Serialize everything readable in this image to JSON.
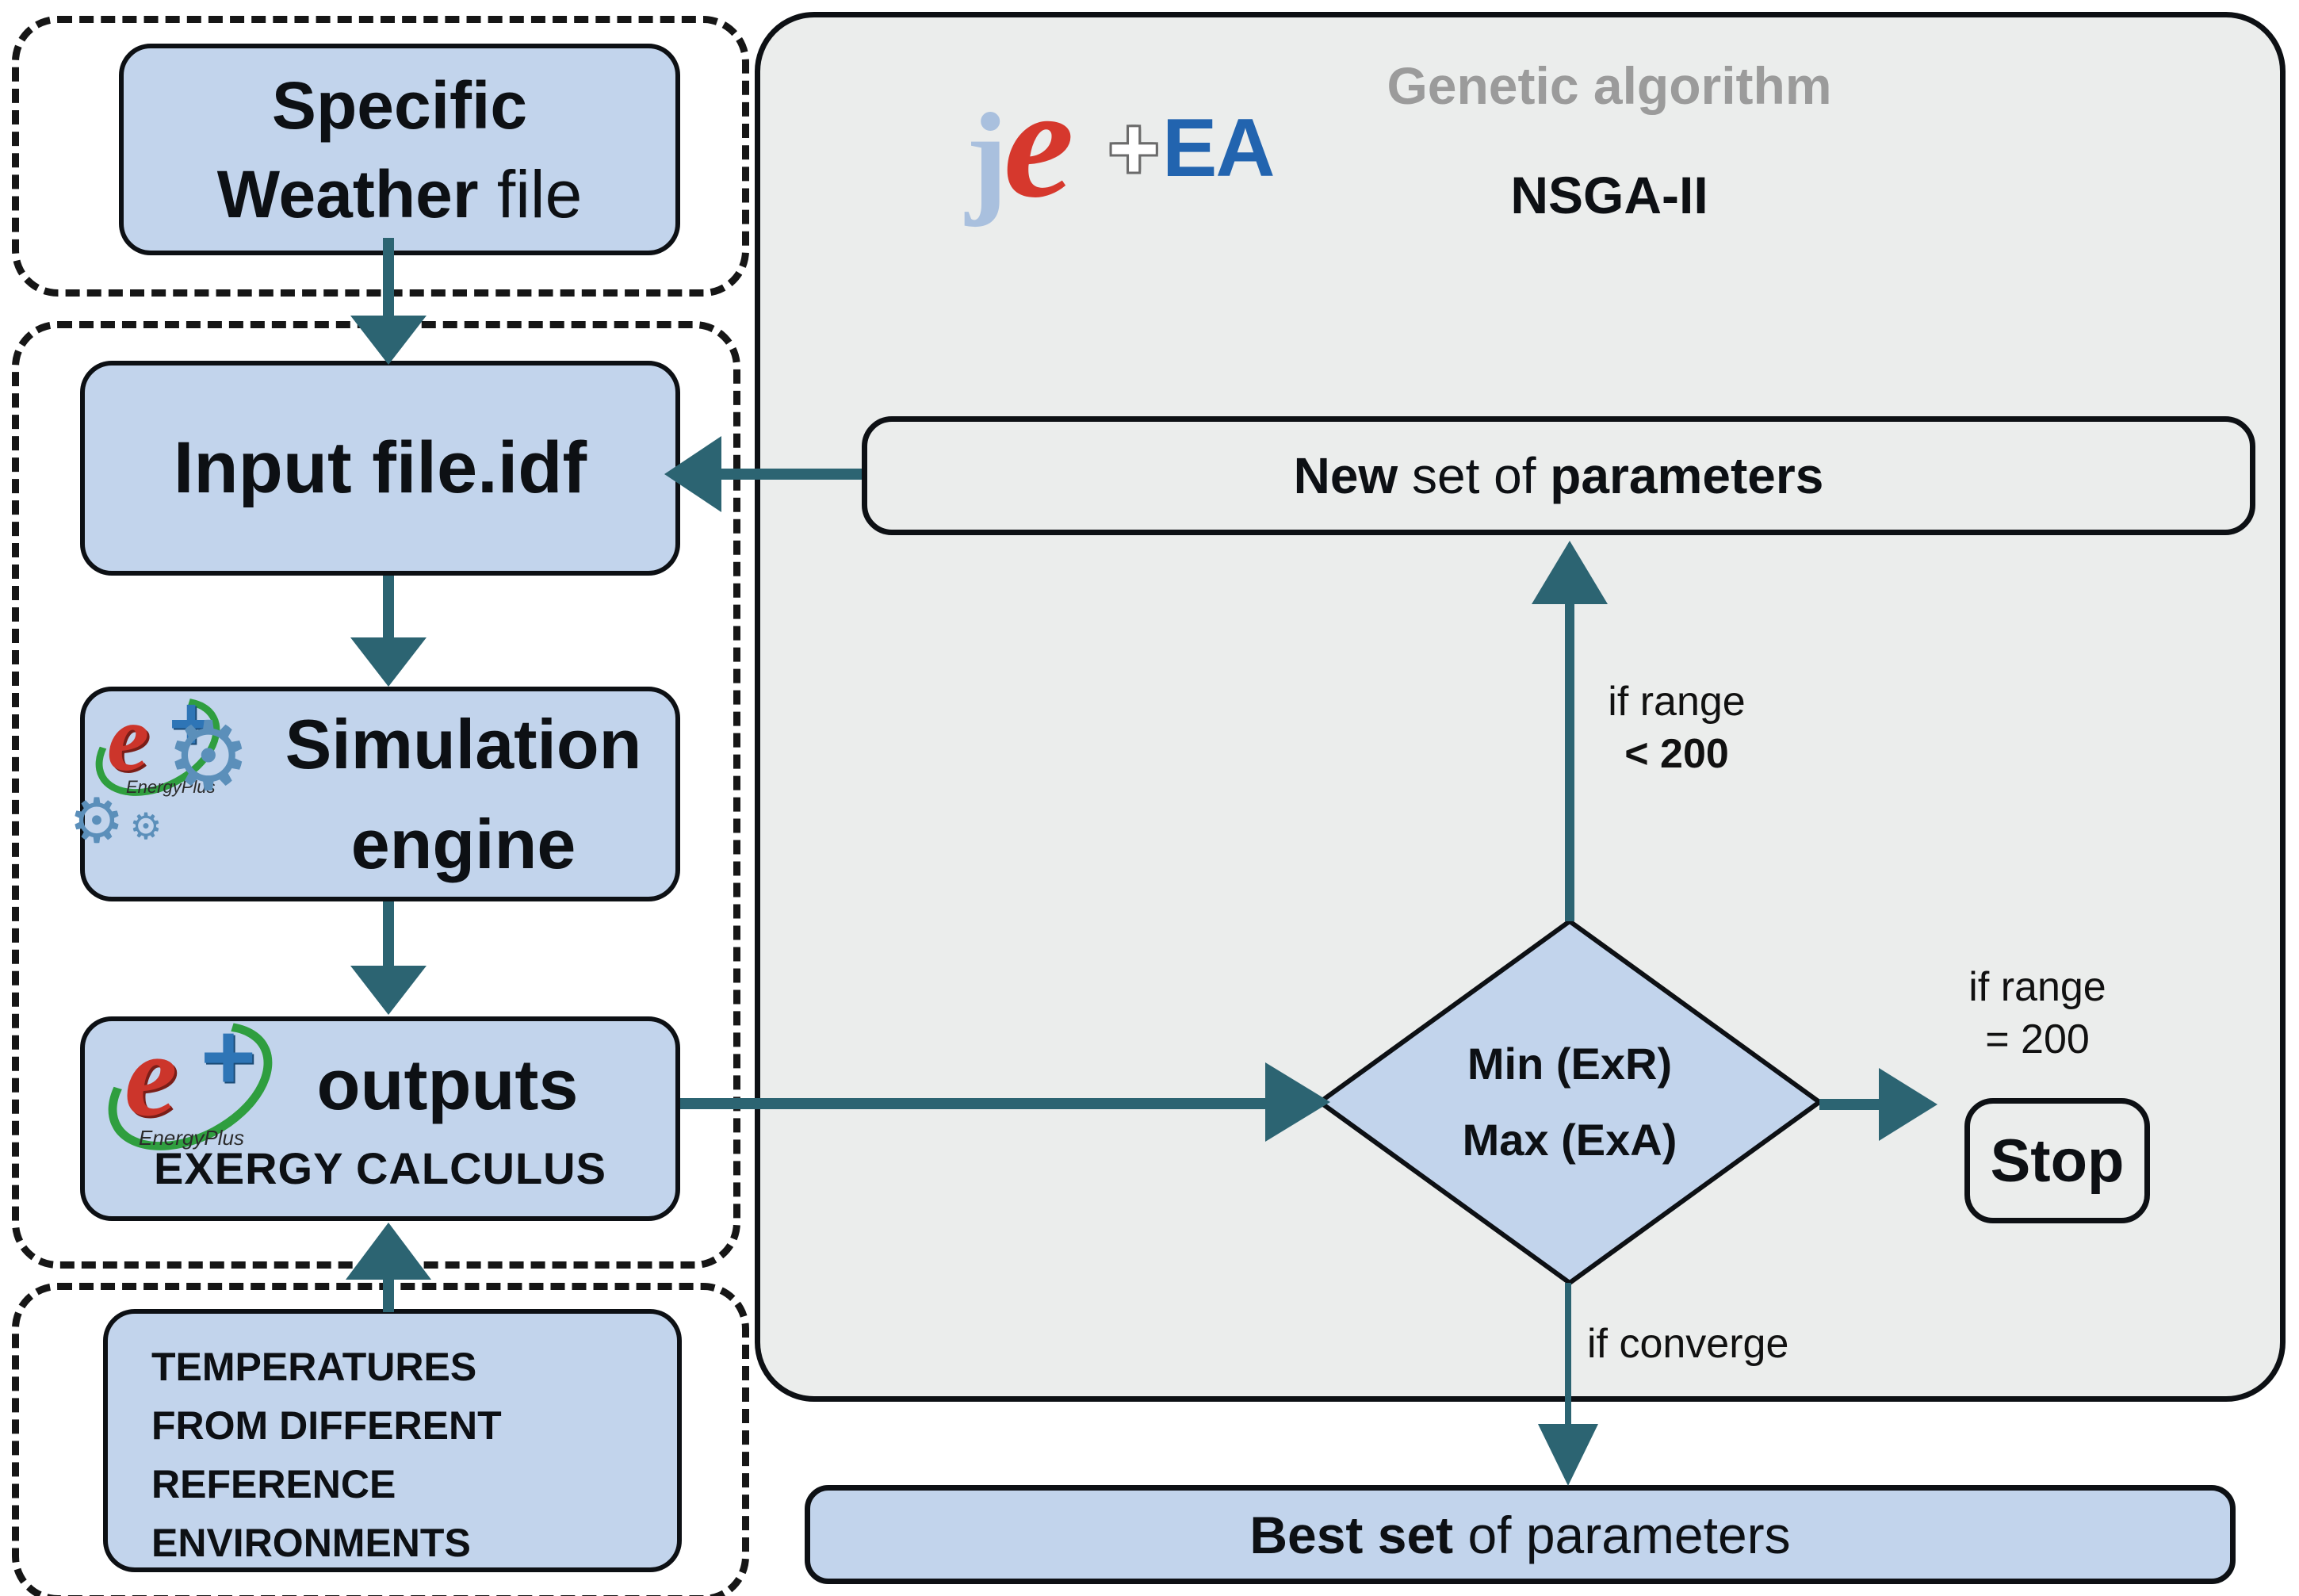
{
  "colors": {
    "node_fill": "#c2d4ec",
    "panel_fill": "#ebedec",
    "arrow_teal": "#2c6472",
    "title_gray": "#9b9b9b",
    "eplus_red": "#cc352b",
    "eplus_blue": "#2e75b6",
    "eplus_green": "#2f9e3f",
    "jeplus_j_blue": "#a9c0de",
    "jeplus_ea_blue": "#2264af"
  },
  "icons": {
    "gear": "⚙"
  },
  "eplus_logo": {
    "e": "e",
    "plus": "+",
    "name": "EnergyPlus"
  },
  "left_column": {
    "weather_box": {
      "line1": "Specific",
      "line2_bold": "Weather",
      "line2_regular": " file"
    },
    "input_box": {
      "label": "Input file.idf"
    },
    "simulation_box": {
      "line1": "Simulation",
      "line2": "engine"
    },
    "outputs_box": {
      "title": "outputs",
      "subtitle": "EXERGY CALCULUS"
    },
    "reference_box": {
      "lines": [
        "TEMPERATURES",
        "FROM DIFFERENT",
        "REFERENCE",
        "ENVIRONMENTS"
      ]
    }
  },
  "ga_panel": {
    "logo": {
      "j": "j",
      "e": "e",
      "plus": "+",
      "ea": "EA"
    },
    "title": "Genetic algorithm",
    "subtitle": "NSGA-II",
    "new_set_box": {
      "bold1": "New",
      "regular": " set of ",
      "bold2": "parameters"
    },
    "decision_diamond": {
      "line1": "Min (ExR)",
      "line2": "Max (ExA)"
    },
    "labels": {
      "range_lt_line1": "if range",
      "range_lt_line2": "< 200",
      "range_eq_line1": "if range",
      "range_eq_line2": "= 200",
      "converge": "if converge"
    },
    "stop_box": {
      "label": "Stop"
    }
  },
  "best_box": {
    "bold": "Best set",
    "regular": " of parameters"
  }
}
